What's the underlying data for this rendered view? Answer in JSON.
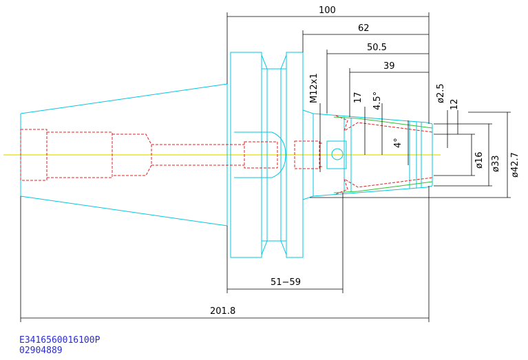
{
  "drawing": {
    "dimensions": {
      "overall_length": "201.8",
      "flange_length": "100",
      "len_62": "62",
      "len_50_5": "50.5",
      "len_39": "39",
      "range_51_59": "51−59",
      "thread": "M12x1",
      "dia_2_5": "ø2.5",
      "len_12": "12",
      "len_17": "17",
      "angle_4_5": "4.5°",
      "angle_4": "4°",
      "dia_16": "ø16",
      "dia_33": "ø33",
      "dia_42_7": "ø42.7"
    },
    "colors": {
      "outline": "#00c8e0",
      "hidden": "#e02020",
      "centerline": "#e8e000",
      "detail": "#30c030",
      "dimension": "#000000",
      "code_text": "#2b2bd0"
    }
  },
  "footer": {
    "part_code": "E3416560016100P",
    "serial": "02904889"
  }
}
